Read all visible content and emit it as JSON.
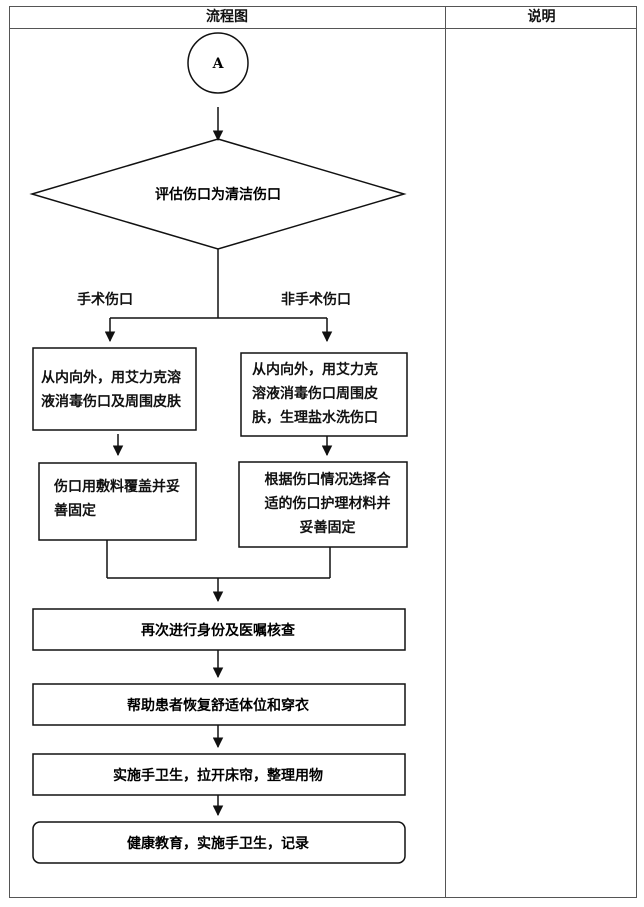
{
  "header": {
    "flow_title": "流程图",
    "note_title": "说明"
  },
  "connector": {
    "label": "A"
  },
  "decision": {
    "text": "评估伤口为清洁伤口"
  },
  "branches": {
    "left": "手术伤口",
    "right": "非手术伤口"
  },
  "left_steps": [
    {
      "lines": [
        "从内向外，用艾力克溶",
        "液消毒伤口及周围皮肤"
      ]
    },
    {
      "lines": [
        "伤口用敷料覆盖并妥",
        "善固定"
      ]
    }
  ],
  "right_steps": [
    {
      "lines": [
        "从内向外，用艾力克",
        "溶液消毒伤口周围皮",
        "肤，生理盐水洗伤口"
      ]
    },
    {
      "lines": [
        "根据伤口情况选择合",
        "适的伤口护理材料并",
        "妥善固定"
      ]
    }
  ],
  "main_steps": [
    {
      "text": "再次进行身份及医嘱核查"
    },
    {
      "text": "帮助患者恢复舒适体位和穿衣"
    },
    {
      "text": "实施手卫生，拉开床帘，整理用物"
    },
    {
      "text": "健康教育，实施手卫生，记录"
    }
  ]
}
